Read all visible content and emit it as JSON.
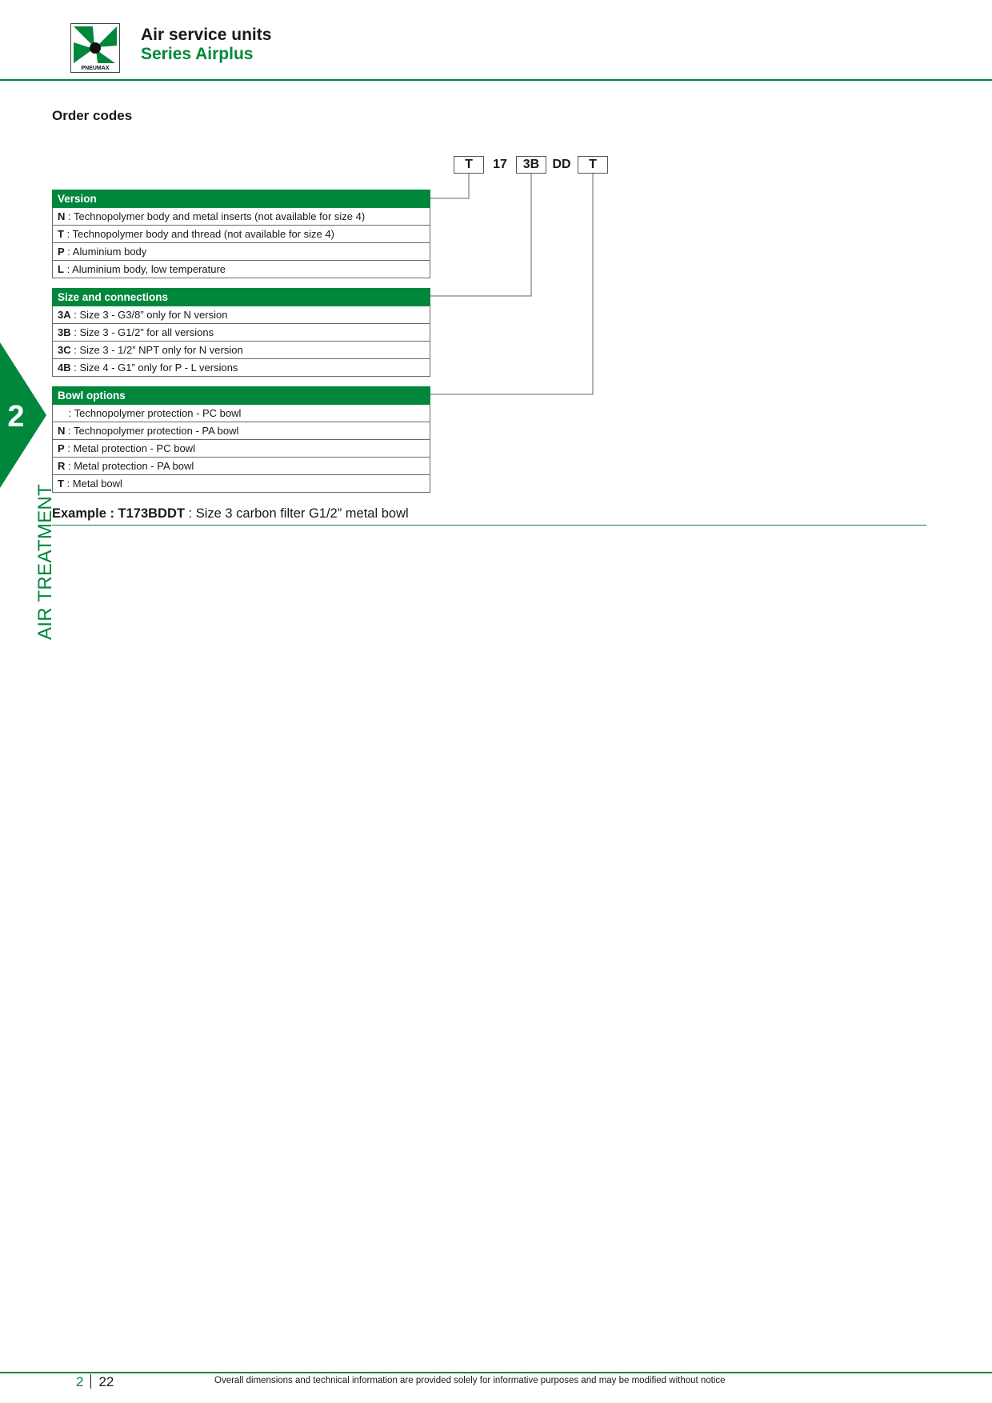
{
  "header": {
    "logo_text": "PNEUMAX",
    "title": "Air service units",
    "subtitle": "Series Airplus"
  },
  "section": {
    "heading": "Order codes"
  },
  "order_code": {
    "parts": [
      "T",
      "17",
      "3B",
      "DD",
      "T"
    ]
  },
  "tables": [
    {
      "title": "Version",
      "rows": [
        {
          "code": "N",
          "desc": " : Technopolymer body and metal inserts (not available for size 4)"
        },
        {
          "code": "T",
          "desc": " : Technopolymer body and thread (not available for size 4)"
        },
        {
          "code": "P",
          "desc": " : Aluminium body"
        },
        {
          "code": "L",
          "desc": " : Aluminium body, low temperature"
        }
      ]
    },
    {
      "title": "Size and connections",
      "rows": [
        {
          "code": "3A",
          "desc": " : Size 3 - G3/8” only for N version"
        },
        {
          "code": "3B",
          "desc": " : Size 3 - G1/2” for all versions"
        },
        {
          "code": "3C",
          "desc": " : Size 3 - 1/2” NPT only for N version"
        },
        {
          "code": "4B",
          "desc": " : Size 4 - G1” only for P - L versions"
        }
      ]
    },
    {
      "title": "Bowl options",
      "rows": [
        {
          "code": "",
          "desc": " : Technopolymer protection - PC bowl"
        },
        {
          "code": "N",
          "desc": " : Technopolymer protection - PA bowl"
        },
        {
          "code": "P",
          "desc": " : Metal protection - PC bowl"
        },
        {
          "code": "R",
          "desc": " : Metal protection - PA bowl"
        },
        {
          "code": "T",
          "desc": " : Metal bowl"
        }
      ]
    }
  ],
  "example": {
    "label": "Example : T173BDDT",
    "text": " : Size 3 carbon filter G1/2” metal bowl"
  },
  "side_tab": {
    "number": "2",
    "label": "AIR TREATMENT"
  },
  "footer": {
    "section": "2",
    "page": "22",
    "disclaimer": "Overall dimensions and technical information are provided solely for informative purposes and may be modified without notice"
  },
  "colors": {
    "brand": "#00873c",
    "text": "#1a1a1a"
  }
}
